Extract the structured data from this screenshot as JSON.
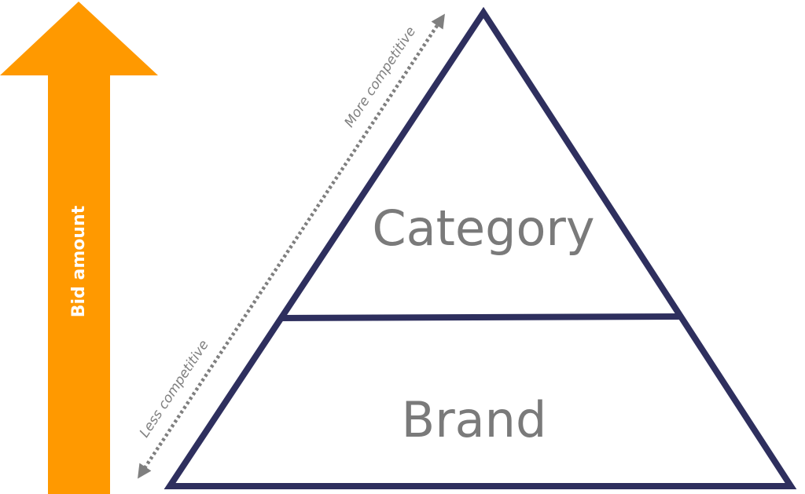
{
  "bid_arrow": {
    "label": "Bid amount",
    "color": "#FF9900",
    "text_color": "#FFFFFF"
  },
  "competition_axis": {
    "high_label": "More competitive",
    "low_label": "Less competitive",
    "color": "#7F7F7F"
  },
  "pyramid": {
    "stroke_color": "#2E2F5E",
    "label_color": "#7A7A7A",
    "tiers": [
      {
        "label": "Category"
      },
      {
        "label": "Brand"
      }
    ]
  }
}
